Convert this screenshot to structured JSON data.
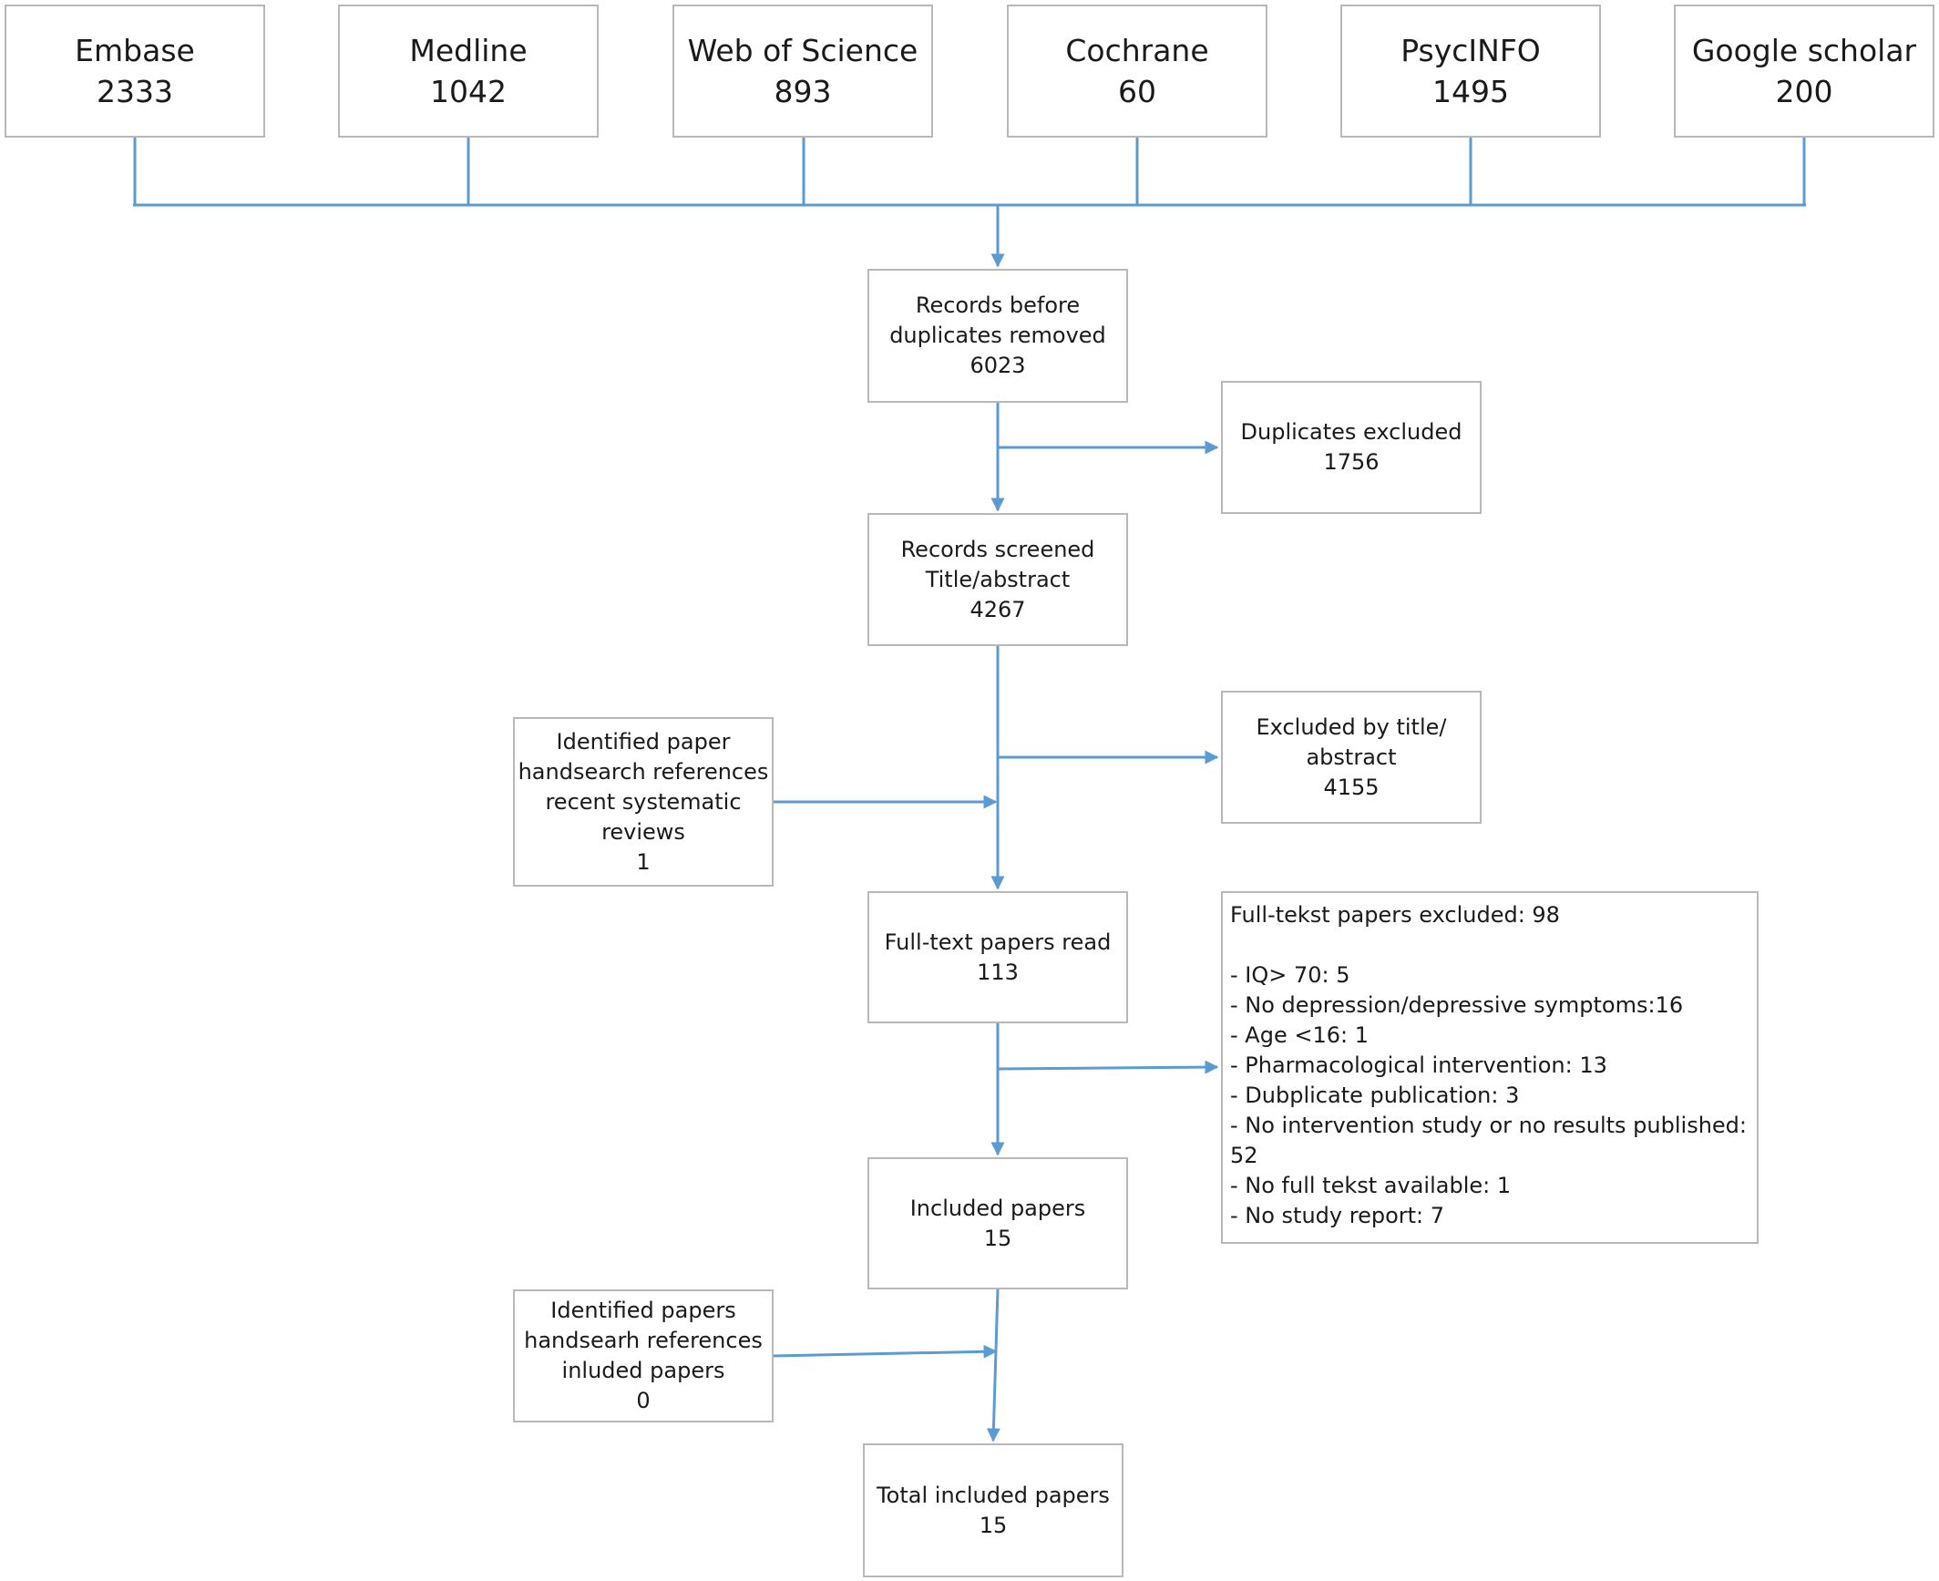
{
  "sources": [
    {
      "name": "Embase",
      "count": "2333"
    },
    {
      "name": "Medline",
      "count": "1042"
    },
    {
      "name": "Web of Science",
      "count": "893"
    },
    {
      "name": "Cochrane",
      "count": "60"
    },
    {
      "name": "PsycINFO",
      "count": "1495"
    },
    {
      "name": "Google scholar",
      "count": "200"
    }
  ],
  "records_before": {
    "lines": [
      "Records before",
      "duplicates removed",
      "6023"
    ]
  },
  "duplicates": {
    "lines": [
      "Duplicates excluded",
      "1756"
    ]
  },
  "screened": {
    "lines": [
      "Records screened",
      "Title/abstract",
      "4267"
    ]
  },
  "excluded_title": {
    "lines": [
      "Excluded by title/",
      "abstract",
      "4155"
    ]
  },
  "handsearch_reviews": {
    "lines": [
      "Identified paper",
      "handsearch references",
      "recent systematic",
      "reviews",
      "1"
    ]
  },
  "fulltext": {
    "lines": [
      "Full-text papers read",
      "113"
    ]
  },
  "fulltext_excluded": {
    "heading": "Full-tekst papers excluded: 98",
    "items": [
      "- IQ> 70: 5",
      "- No depression/depressive symptoms:16",
      "- Age <16: 1",
      "- Pharmacological intervention: 13",
      "- Dubplicate publication: 3",
      "- No intervention study or no results published: 52",
      "- No full tekst available: 1",
      "- No study report: 7"
    ]
  },
  "included": {
    "lines": [
      "Included papers",
      "15"
    ]
  },
  "handsearch_included": {
    "lines": [
      "Identified papers",
      "handsearh references",
      "inluded papers",
      "0"
    ]
  },
  "total": {
    "lines": [
      "Total included papers",
      "15"
    ]
  },
  "colors": {
    "arrow": "#5b9bd5",
    "box_border": "#b8b8b8",
    "text": "#1a1a1a"
  }
}
